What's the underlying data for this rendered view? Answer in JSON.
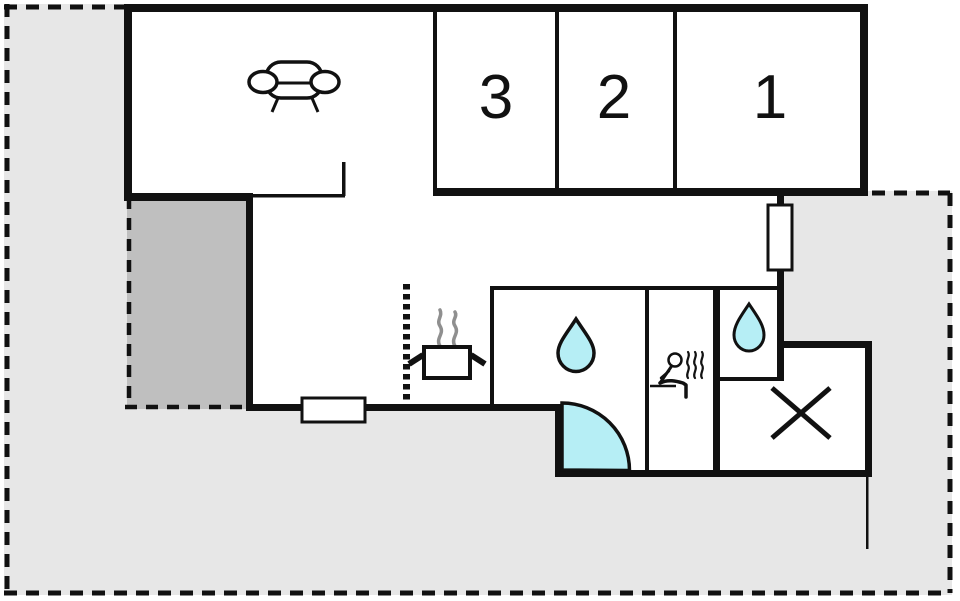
{
  "colors": {
    "canvas": "#ffffff",
    "yard": "#e7e7e7",
    "terrace": "#bfbfbf",
    "water": "#b6eef5",
    "wall": "#111111",
    "steam": "#8f8f8f"
  },
  "rooms": [
    {
      "label": "3"
    },
    {
      "label": "2"
    },
    {
      "label": "1"
    }
  ],
  "icons": [
    "sofa-icon",
    "cooking-pot-icon",
    "steam-icon",
    "water-drop-icon",
    "water-drop-icon",
    "sauna-person-icon",
    "cross-mark-icon",
    "door-swing",
    "window",
    "window"
  ]
}
